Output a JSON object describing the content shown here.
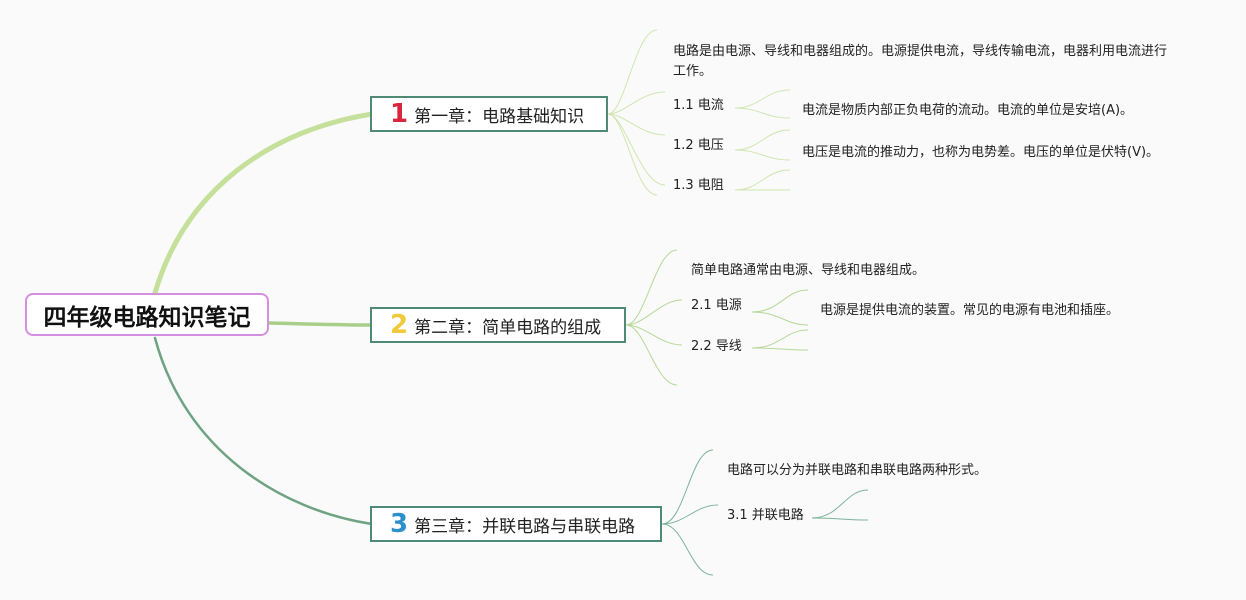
{
  "root": {
    "title": "四年级电路知识笔记"
  },
  "colors": {
    "ch1_num": "#d9263c",
    "ch2_num": "#f0c93a",
    "ch3_num": "#2d8fcb",
    "branch1": "#c5e09b",
    "branch2": "#a8cf8a",
    "branch3": "#6fa383",
    "border": "#4e8a75"
  },
  "chapters": [
    {
      "num": "1",
      "label": "第一章：电路基础知识",
      "intro": "电路是由电源、导线和电器组成的。电源提供电流，导线传输电流，电器利用电流进行工作。",
      "items": [
        {
          "label": "1.1 电流",
          "detail": "电流是物质内部正负电荷的流动。电流的单位是安培(A)。"
        },
        {
          "label": "1.2 电压",
          "detail": "电压是电流的推动力，也称为电势差。电压的单位是伏特(V)。"
        },
        {
          "label": "1.3 电阻",
          "detail": ""
        }
      ]
    },
    {
      "num": "2",
      "label": "第二章：简单电路的组成",
      "intro": "简单电路通常由电源、导线和电器组成。",
      "items": [
        {
          "label": "2.1 电源",
          "detail": "电源是提供电流的装置。常见的电源有电池和插座。"
        },
        {
          "label": "2.2 导线",
          "detail": ""
        }
      ]
    },
    {
      "num": "3",
      "label": "第三章：并联电路与串联电路",
      "intro": "电路可以分为并联电路和串联电路两种形式。",
      "items": [
        {
          "label": "3.1 并联电路",
          "detail": ""
        }
      ]
    }
  ]
}
